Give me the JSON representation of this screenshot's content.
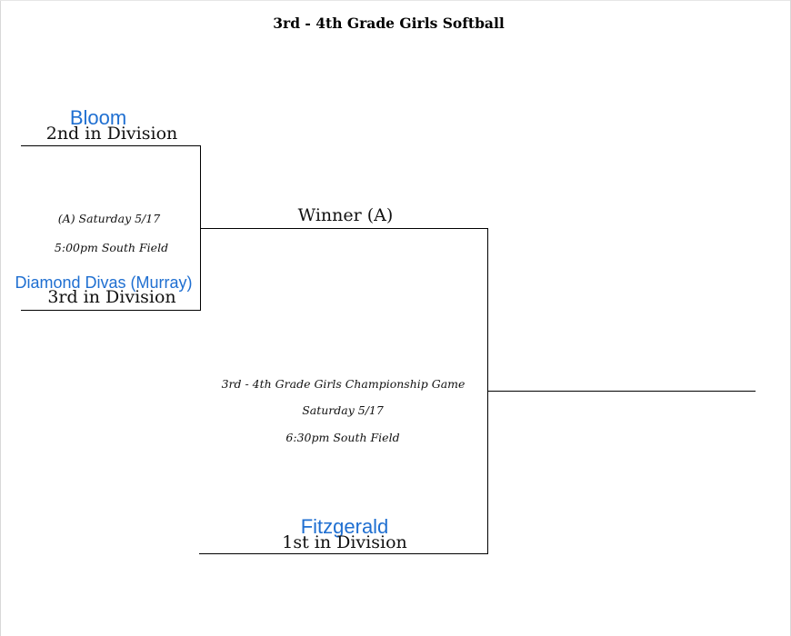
{
  "title": "3rd - 4th Grade Girls Softball",
  "colors": {
    "team_text": "#1f6fd1",
    "lines": "#000000"
  },
  "bracket": {
    "semifinal": {
      "top_team": {
        "name": "Bloom",
        "seed": "2nd in Division"
      },
      "bottom_team": {
        "name": "Diamond Divas (Murray)",
        "seed": "3rd in Division"
      },
      "game_label": "(A) Saturday 5/17",
      "game_time_place": "5:00pm South Field"
    },
    "final": {
      "top_slot": "Winner (A)",
      "bottom_team": {
        "name": "Fitzgerald",
        "seed": "1st in Division"
      },
      "game_name": "3rd - 4th Grade Girls Championship Game",
      "game_date": "Saturday 5/17",
      "game_time_place": "6:30pm South Field"
    }
  }
}
